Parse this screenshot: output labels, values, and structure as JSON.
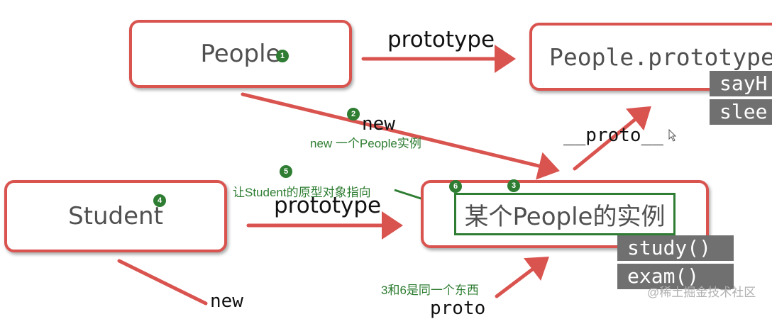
{
  "boxes": {
    "people": "People",
    "people_prototype": "People.prototype",
    "student": "Student",
    "instance": "某个People的实例"
  },
  "people_proto_methods": [
    "sayH",
    "slee"
  ],
  "instance_methods": [
    "study()",
    "exam()"
  ],
  "edge_labels": {
    "prototype_top": "prototype",
    "new_top": "new",
    "proto_top": "__proto__",
    "prototype_mid": "prototype",
    "new_bottom": "new",
    "proto_bottom": "proto"
  },
  "badges": [
    "1",
    "2",
    "3",
    "4",
    "5",
    "6"
  ],
  "notes": {
    "new_people_instance": "new 一个People实例",
    "student_prototype_points": "让Student的原型对象指向",
    "same_thing": "3和6是同一个东西"
  },
  "watermark": "@稀土掘金技术社区",
  "colors": {
    "box_border": "#d9534f",
    "arrow": "#d9534f",
    "annotation": "#2e7d32",
    "method_bg": "#707070"
  }
}
